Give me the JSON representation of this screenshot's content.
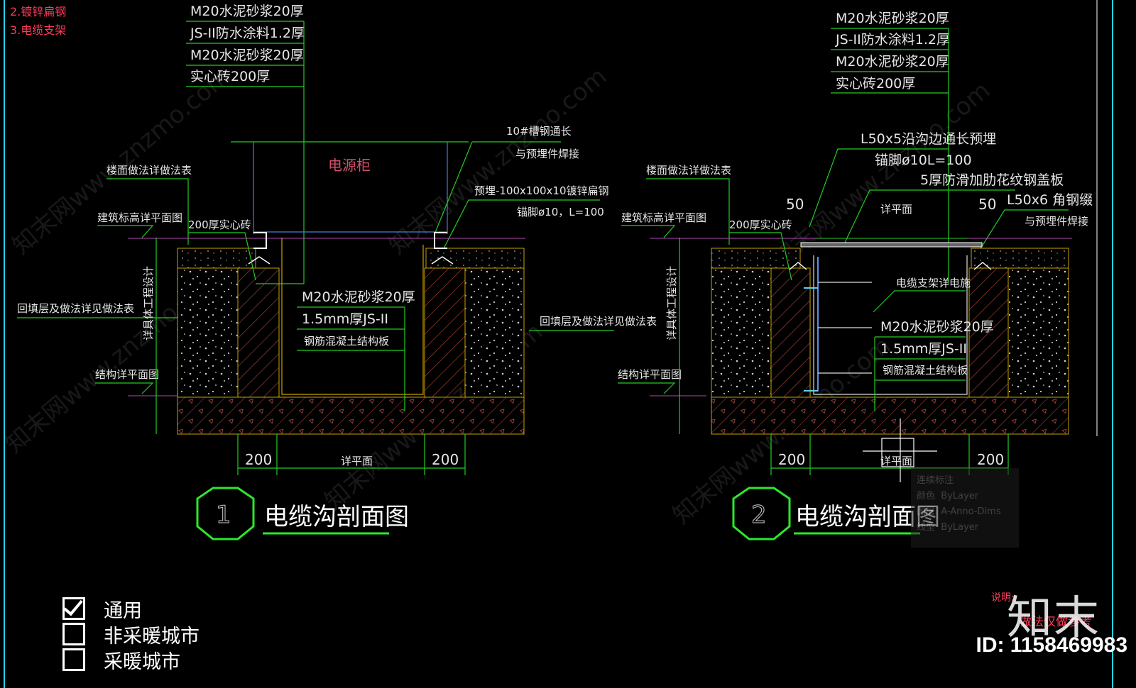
{
  "legend_top": [
    "2.镀锌扁钢",
    "3.电缆支架"
  ],
  "detail1": {
    "number": "1",
    "title": "电缆沟剖面图",
    "layers": [
      "M20水泥砂浆20厚",
      "JS-II防水涂料1.2厚",
      "M20水泥砂浆20厚",
      "实心砖200厚"
    ],
    "cabinet": "电源柜",
    "channel_note": [
      "10#槽钢通长",
      "与预埋件焊接"
    ],
    "embed_note": [
      "预埋-100x100x10镀锌扁钢",
      "锚脚ø10，L=100"
    ],
    "left_labels": [
      "楼面做法详做法表",
      "建筑标高详平面图",
      "回填层及做法详见做法表",
      "结构详平面图"
    ],
    "brick": "200厚实心砖",
    "inner_layers": [
      "M20水泥砂浆20厚",
      "1.5mm厚JS-II",
      "钢筋混凝土结构板"
    ],
    "right_label": "回填层及做法详见做法表",
    "vertical_dim": "详具体工程设计",
    "dims": [
      "200",
      "详平面",
      "200"
    ]
  },
  "detail2": {
    "number": "2",
    "title": "电缆沟剖面图",
    "layers": [
      "M20水泥砂浆20厚",
      "JS-II防水涂料1.2厚",
      "M20水泥砂浆20厚",
      "实心砖200厚"
    ],
    "angle_note": [
      "L50x5沿沟边通长预埋",
      "锚脚ø10L=100"
    ],
    "plate_note": "5厚防滑加肋花纹钢盖板",
    "plan": "详平面",
    "angle2_note": [
      "L50x6 角钢缀",
      "与预埋件焊接"
    ],
    "side_dims": [
      "50",
      "50"
    ],
    "left_labels": [
      "楼面做法详做法表",
      "建筑标高详平面图",
      "结构详平面图"
    ],
    "brick": "200厚实心砖",
    "support": "电缆支架详电施",
    "inner_layers": [
      "M20水泥砂浆20厚",
      "1.5mm厚JS-II",
      "钢筋混凝土结构板"
    ],
    "vertical_dim": "详具体工程设计",
    "dims": [
      "200",
      "详平面",
      "200"
    ]
  },
  "tooltip": {
    "title": "连续标注",
    "rows": [
      {
        "label": "颜色",
        "value": "ByLayer"
      },
      {
        "label": "图层",
        "value": "A-Anno-Dims"
      },
      {
        "label": "线型",
        "value": "ByLayer"
      }
    ]
  },
  "options": [
    {
      "label": "通用",
      "checked": true
    },
    {
      "label": "非采暖城市",
      "checked": false
    },
    {
      "label": "采暖城市",
      "checked": false
    }
  ],
  "note": [
    "说明:",
    "做法仅做参考"
  ],
  "brand": "知末",
  "id_text": "ID: 1158469983",
  "watermark": "知末网www.znzmo.com"
}
